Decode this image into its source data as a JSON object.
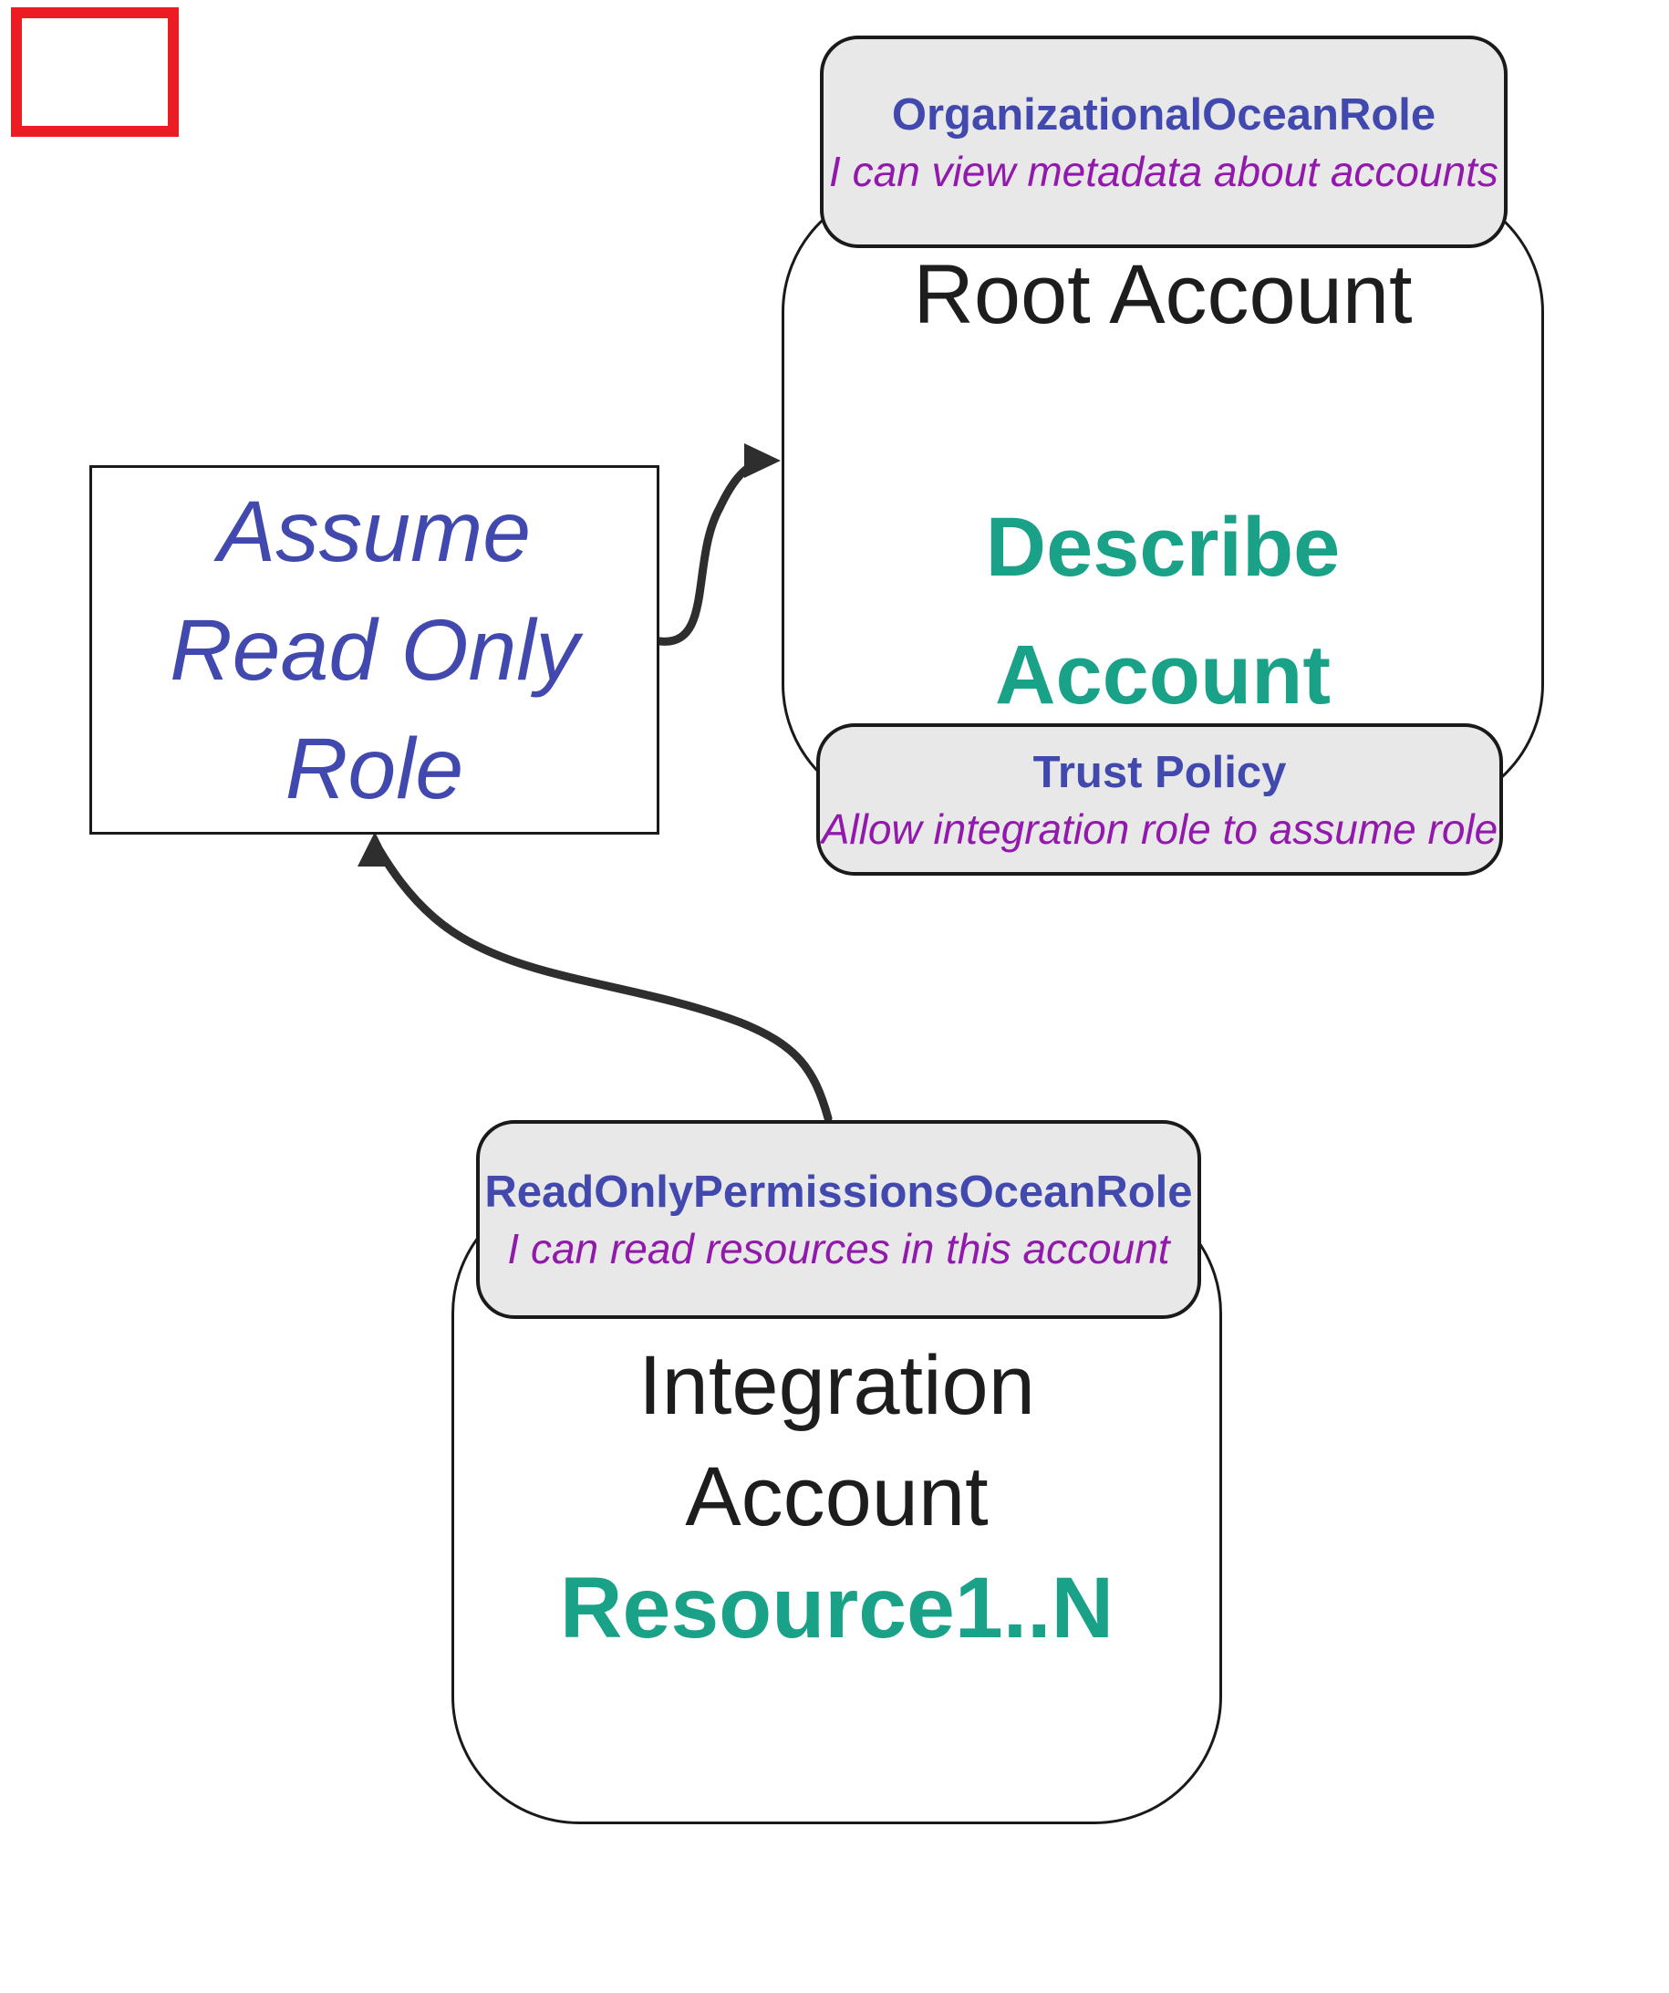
{
  "colors": {
    "blue": "#4149ae",
    "purple": "#9119ab",
    "green": "#19a287",
    "ink": "#1d1d1d",
    "badge-bg": "#e8e8e8",
    "badge-border": "#1a1a1a",
    "arrow": "#2e2e2e",
    "marker": "#ec1c24"
  },
  "assume_box": {
    "lines": [
      "Assume",
      "Read Only",
      "Role"
    ]
  },
  "root_account": {
    "title": "Root Account",
    "action_lines": [
      "Describe",
      "Account"
    ],
    "role_badge": {
      "title": "OrganizationalOceanRole",
      "subtitle": "I can view metadata about accounts"
    },
    "trust_badge": {
      "title": "Trust Policy",
      "subtitle": "Allow integration role to assume role"
    }
  },
  "integration_account": {
    "title_lines": [
      "Integration",
      "Account"
    ],
    "resources_label": "Resource1..N",
    "role_badge": {
      "title": "ReadOnlyPermissionsOceanRole",
      "subtitle": "I can read resources in this account"
    }
  }
}
